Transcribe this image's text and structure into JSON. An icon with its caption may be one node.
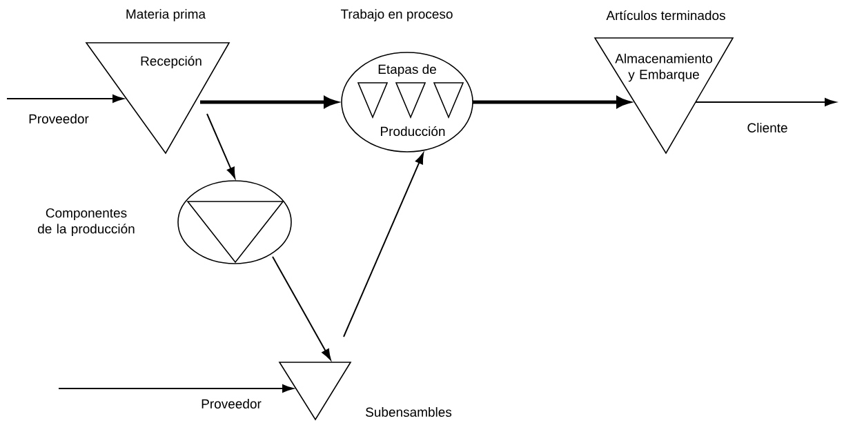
{
  "diagram": {
    "nodes": [
      {
        "text": [
          "Materia prima",
          "Recepción"
        ]
      },
      {
        "text": [
          "Trabajo en proceso",
          "Etapas de",
          "Producción"
        ]
      },
      {
        "text": [],
        "shape": "triangle",
        "in": 1
      },
      {
        "text": [],
        "shape": "triangle",
        "in": 1
      },
      {
        "text": [],
        "shape": "triangle",
        "in": 1
      },
      {
        "text": [
          "Artículos terminados",
          "Almacenamiento y Embarque"
        ]
      },
      {
        "text": [],
        "shape": "circle",
        "beside": [
          "Componentes de la producción"
        ]
      },
      {
        "text": [],
        "shape": "triangle",
        "in": 6
      },
      {
        "text": [
          "Subensambles"
        ]
      }
    ],
    "edges": [
      {
        "from": null,
        "to": 0,
        "arrow": "to",
        "label": "Proveedor"
      },
      {
        "from": 0,
        "to": 1,
        "arrow": "to",
        "style": "thick"
      },
      {
        "from": 1,
        "to": 5,
        "arrow": "to",
        "style": "thick"
      },
      {
        "from": 5,
        "to": null,
        "arrow": "to",
        "label": "Cliente"
      },
      {
        "from": 0,
        "to": 6,
        "arrow": "to"
      },
      {
        "from": 6,
        "to": 8,
        "arrow": "to"
      },
      {
        "from": null,
        "to": 8,
        "arrow": "to",
        "label": "Proveedor"
      },
      {
        "from": 8,
        "to": 1,
        "arrow": "to"
      }
    ]
  }
}
